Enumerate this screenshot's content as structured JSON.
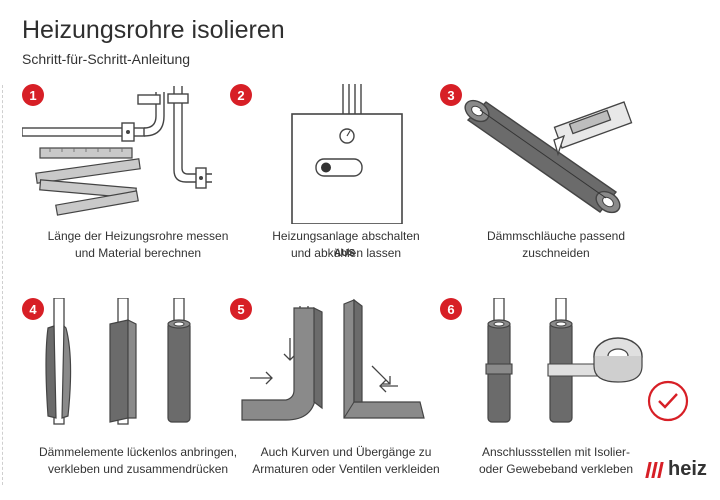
{
  "header": {
    "title": "Heizungsrohre isolieren",
    "subtitle": "Schritt-für-Schritt-Anleitung"
  },
  "steps": [
    {
      "number": "1",
      "caption_line1": "Länge der Heizungsrohre messen",
      "caption_line2": "und Material berechnen"
    },
    {
      "number": "2",
      "caption_line1": "Heizungsanlage abschalten",
      "caption_line2": "und abkühlen lassen",
      "switch_label": "AUS"
    },
    {
      "number": "3",
      "caption_line1": "Dämmschläuche passend",
      "caption_line2": "zuschneiden"
    },
    {
      "number": "4",
      "caption_line1": "Dämmelemente lückenlos anbringen,",
      "caption_line2": "verkleben und zusammendrücken"
    },
    {
      "number": "5",
      "caption_line1": "Auch Kurven und Übergänge zu",
      "caption_line2": "Armaturen oder Ventilen verkleiden"
    },
    {
      "number": "6",
      "caption_line1": "Anschlussstellen mit Isolier-",
      "caption_line2": "oder Gewebeband verkleben"
    }
  ],
  "brand": {
    "name": "heiz"
  },
  "colors": {
    "accent": "#d71f26",
    "text": "#333333",
    "insulation": "#6b6b6b"
  }
}
